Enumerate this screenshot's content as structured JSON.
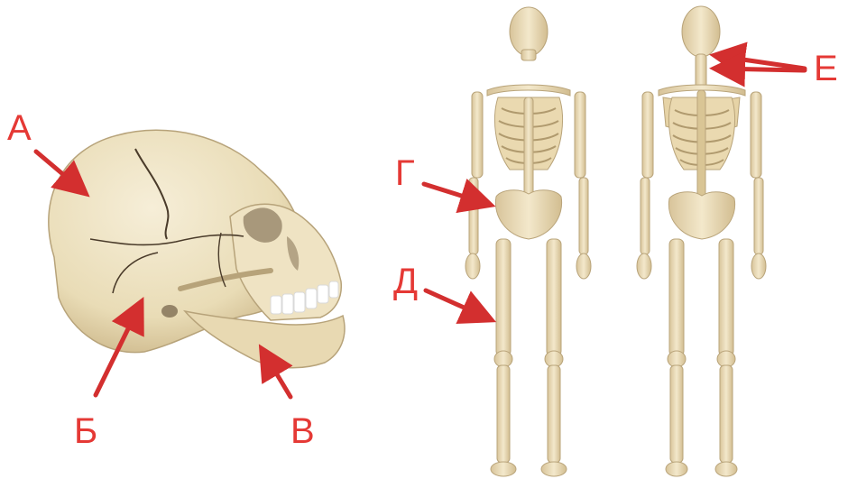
{
  "labels": {
    "a": "А",
    "b": "Б",
    "v": "В",
    "g": "Г",
    "d": "Д",
    "e": "Е"
  },
  "colors": {
    "background": "#ffffff",
    "annotation": "#d32f2f",
    "bone": "#efe3c3",
    "bone_shadow": "#c9b68a",
    "suture": "#4a3b2a",
    "teeth": "#ffffff"
  },
  "icons": {
    "skull": "skull-illustration",
    "skeleton_front": "skeleton-front-illustration",
    "skeleton_back": "skeleton-back-illustration"
  }
}
